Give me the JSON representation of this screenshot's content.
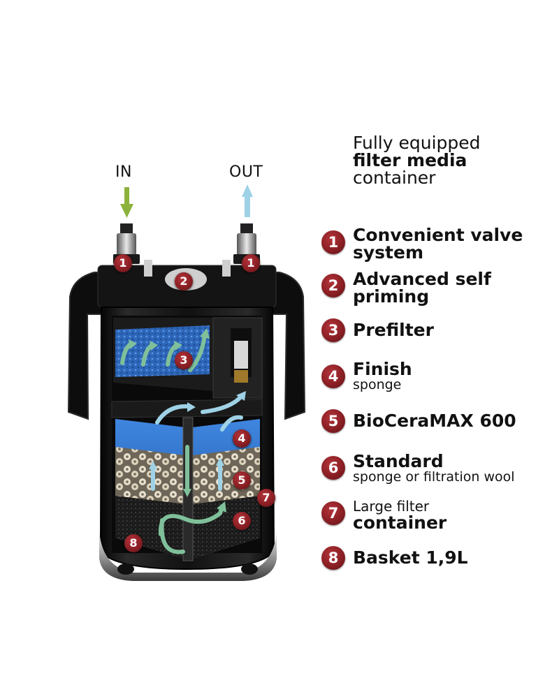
{
  "flow": {
    "in_label": "IN",
    "out_label": "OUT"
  },
  "heading": {
    "line1": "Fully equipped",
    "line2": "filter media",
    "line3": "container"
  },
  "legend": [
    {
      "n": "1",
      "line1": "Convenient valve",
      "line2": "system"
    },
    {
      "n": "2",
      "line1": "Advanced self",
      "line2": "priming"
    },
    {
      "n": "3",
      "line1": "Prefilter"
    },
    {
      "n": "4",
      "line1": "Finish",
      "sub": "sponge"
    },
    {
      "n": "5",
      "line1": "BioCeraMAX 600"
    },
    {
      "n": "6",
      "line1": "Standard",
      "sub": "sponge or filtration wool"
    },
    {
      "n": "7",
      "pre": "Large filter",
      "line1": "container"
    },
    {
      "n": "8",
      "line1": "Basket 1,9L"
    }
  ],
  "markers": [
    "1",
    "1",
    "2",
    "3",
    "4",
    "5",
    "6",
    "7",
    "8"
  ],
  "colors": {
    "badge": "#8a1f24",
    "in_arrow": "#8cb23c",
    "out_arrow": "#9fd2e6",
    "flow_arrow": "#7fc09a",
    "sponge_blue": "#2f6fc4"
  }
}
